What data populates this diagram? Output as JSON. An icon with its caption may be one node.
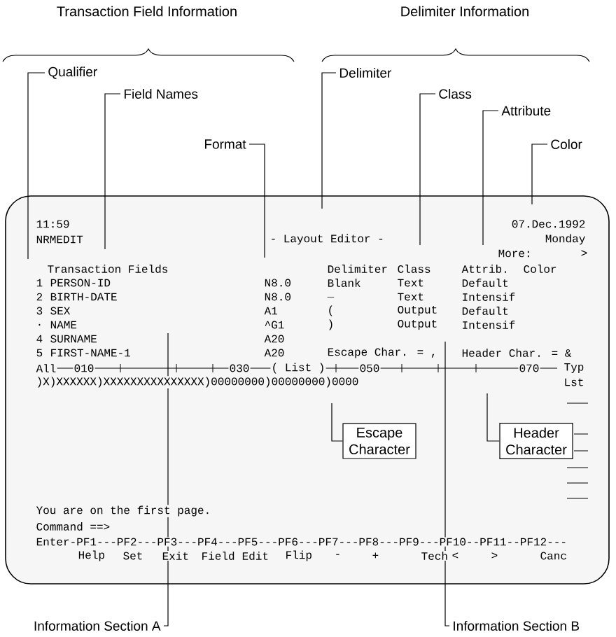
{
  "diagram": {
    "nodes": [
      {
        "text": [
          "Qualifier"
        ]
      },
      {
        "text": [
          "Field Names"
        ]
      },
      {
        "text": [
          "Format"
        ]
      },
      {
        "text": [
          "Delimiter"
        ]
      },
      {
        "text": [
          "Class"
        ]
      },
      {
        "text": [
          "Attribute"
        ]
      },
      {
        "text": [
          "Color"
        ]
      },
      {
        "text": [
          "Escape Character"
        ]
      },
      {
        "text": [
          "Header Character"
        ]
      },
      {
        "text": [
          "Information Section A"
        ]
      },
      {
        "text": [
          "Information Section B"
        ]
      }
    ],
    "edges": [
      {
        "from": 0,
        "to": null,
        "arrow": "none"
      },
      {
        "from": 1,
        "to": null,
        "arrow": "none"
      },
      {
        "from": 2,
        "to": null,
        "arrow": "none"
      },
      {
        "from": 3,
        "to": null,
        "arrow": "none"
      },
      {
        "from": 4,
        "to": null,
        "arrow": "none"
      },
      {
        "from": 5,
        "to": null,
        "arrow": "none"
      },
      {
        "from": 6,
        "to": null,
        "arrow": "none"
      },
      {
        "from": 7,
        "to": null,
        "arrow": "none"
      },
      {
        "from": 8,
        "to": null,
        "arrow": "none"
      },
      {
        "from": 9,
        "to": null,
        "arrow": "none"
      },
      {
        "from": 10,
        "to": null,
        "arrow": "none"
      }
    ],
    "labels": [
      "Transaction Field Information",
      "Delimiter Information",
      "11:59",
      "07.Dec.1992",
      "NRMEDIT",
      "- Layout Editor -",
      "Monday",
      "More:",
      ">",
      "Transaction Fields",
      "Delimiter",
      "Class",
      "Attrib.",
      "Color",
      "1",
      "PERSON-ID",
      "N8.0",
      "Blank",
      "Text",
      "Default",
      "2",
      "BIRTH-DATE",
      "N8.0",
      "_",
      "Text",
      "Intensif",
      "3",
      "SEX",
      "A1",
      "(",
      "Output",
      "Default",
      ".",
      "NAME",
      "^G1",
      ")",
      "Output",
      "Intensif",
      "4",
      "SURNAME",
      "A20",
      "5",
      "FIRST-NAME-1",
      "A20",
      "Escape Char. = ,",
      "Header Char. = &",
      "All",
      "010",
      "030",
      "( List )",
      "050",
      "070",
      "Typ",
      ")X)XXXXXX)XXXXXXXXXXXXXXX)00000000)00000000)0000",
      "Lst",
      "You are on the first page.",
      "Command ==>",
      "Enter-PF1---PF2---PF3---PF4---PF5---PF6---PF7---PF8---PF9---PF10--PF11--PF12---",
      "Help",
      "Set",
      "Exit",
      "Field",
      "Edit",
      "Flip",
      "-",
      "+",
      "Tech",
      "<",
      ">",
      "Canc"
    ]
  }
}
